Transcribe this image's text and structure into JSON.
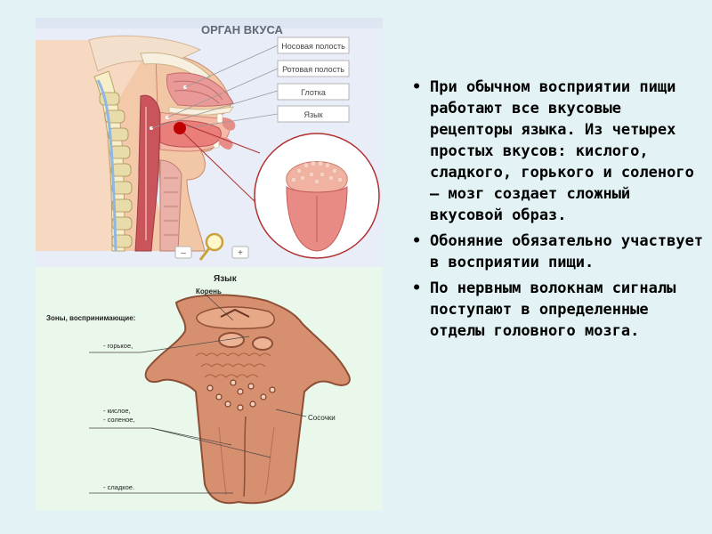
{
  "top_figure": {
    "title": "ОРГАН ВКУСА",
    "labels": [
      "Носовая полость",
      "Ротовая полость",
      "Глотка",
      "Язык"
    ],
    "zoom_minus": "–",
    "zoom_plus": "+"
  },
  "bottom_figure": {
    "title": "Язык",
    "root_label": "Корень",
    "zones_heading": "Зоны, воспринимающие:",
    "bitter": "- горькое,",
    "sour": "- кислое,",
    "salty": "- соленое,",
    "papillae": "Сосочки",
    "sweet": "- сладкое."
  },
  "bullets": [
    "При обычном восприятии пищи работают все вкусовые рецепторы языка. Из четырех простых вкусов: кислого, сладкого, горького и соленого – мозг создает сложный вкусовой образ.",
    "Обоняние обязательно участвует в восприятии пищи.",
    "По нервным волокнам сигналы поступают в определенные отделы головного мозга."
  ],
  "bullet_symbol": "•",
  "colors": {
    "slide_background": "#e2f2f5",
    "tongue": "#d7906f",
    "tongue_dark": "#a05a40",
    "highlight_red": "#c00000"
  }
}
